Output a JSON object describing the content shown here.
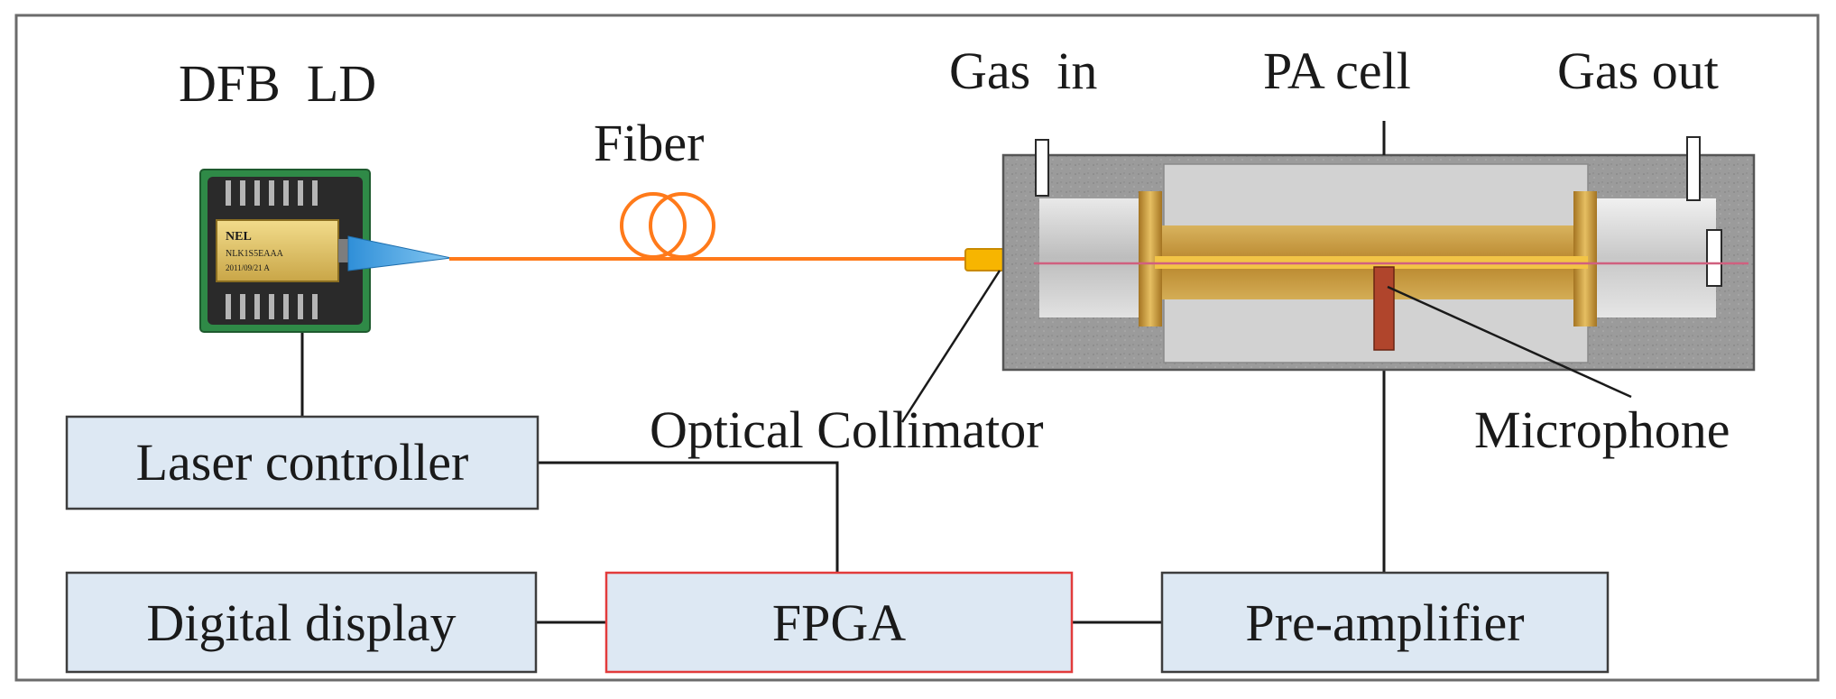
{
  "colors": {
    "frame": "#6b6b6b",
    "box_fill": "#dde8f3",
    "box_stroke": "#3d3d3d",
    "fpga_stroke": "#e23b3b",
    "fiber": "#ff7a1a",
    "beam": "#d0607f",
    "cell_housing": "#9b9b9b",
    "resonator_gold": "#c89a3c",
    "microphone": "#b0452c",
    "wire": "#1a1a1a"
  },
  "labels": {
    "dfb_ld": "DFB  LD",
    "fiber": "Fiber",
    "gas_in": "Gas  in",
    "pa_cell": "PA cell",
    "gas_out": "Gas out",
    "optical_collimator": "Optical Collimator",
    "microphone": "Microphone",
    "laser_controller": "Laser controller",
    "digital_display": "Digital display",
    "fpga": "FPGA",
    "pre_amplifier": "Pre-amplifier"
  },
  "laser_chip": {
    "brand": "NEL",
    "line2": "NLK1S5EAAA",
    "line3": "2011/09/21 A"
  }
}
